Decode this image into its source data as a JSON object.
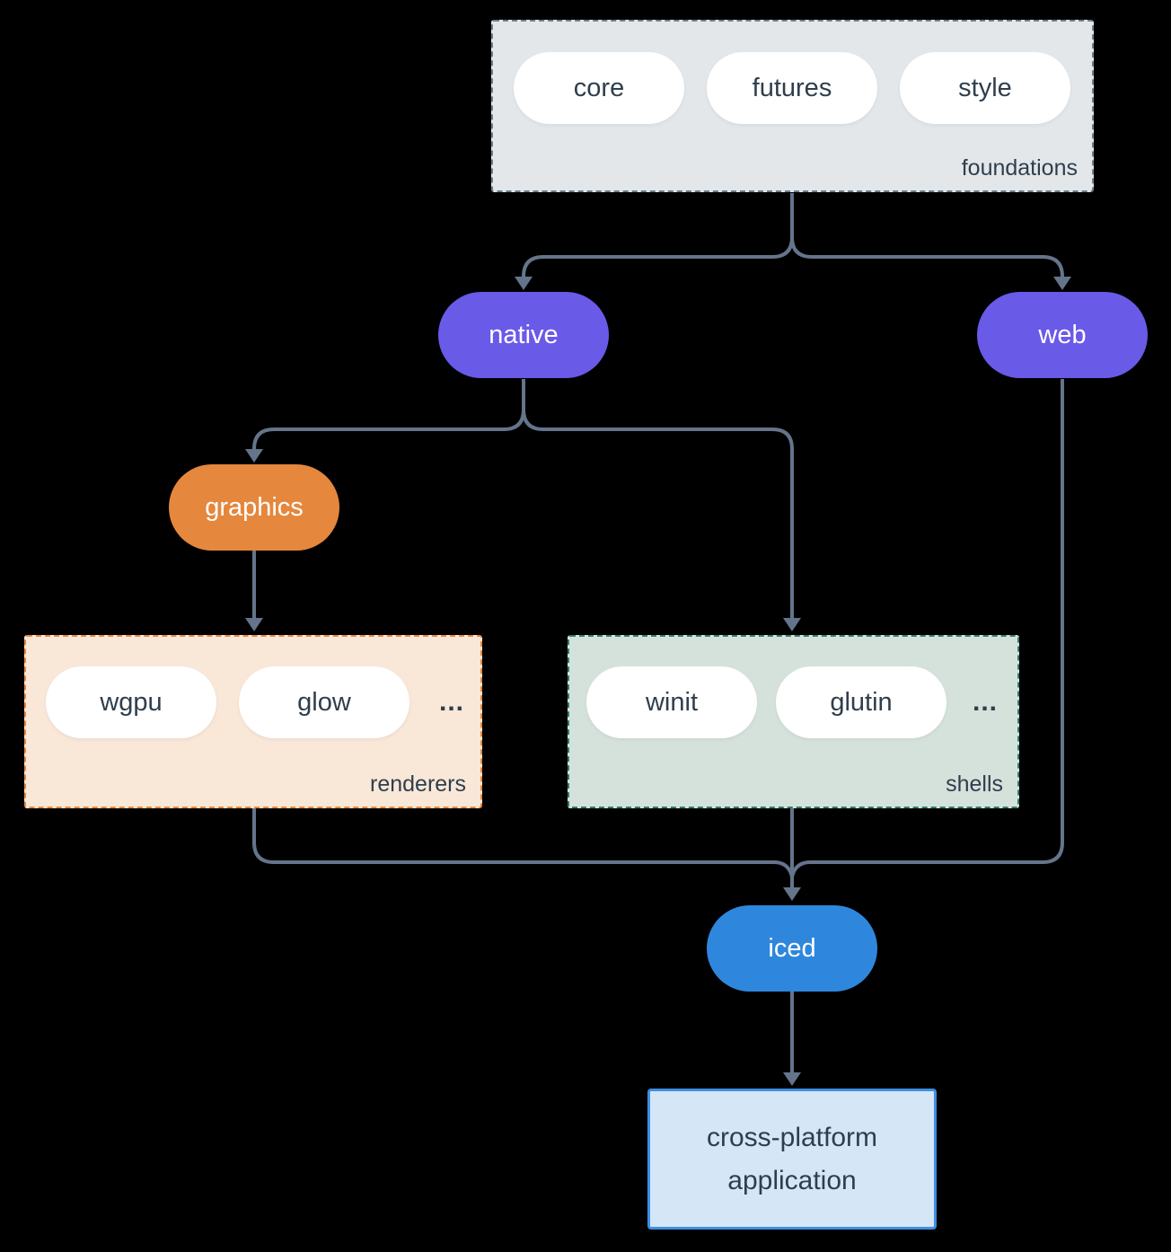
{
  "diagram": {
    "foundations": {
      "label": "foundations",
      "pills": [
        "core",
        "futures",
        "style"
      ]
    },
    "native": {
      "label": "native"
    },
    "web": {
      "label": "web"
    },
    "graphics": {
      "label": "graphics"
    },
    "renderers": {
      "label": "renderers",
      "pills": [
        "wgpu",
        "glow"
      ],
      "ellipsis": "..."
    },
    "shells": {
      "label": "shells",
      "pills": [
        "winit",
        "glutin"
      ],
      "ellipsis": "..."
    },
    "iced": {
      "label": "iced"
    },
    "application": {
      "line1": "cross-platform",
      "line2": "application"
    }
  },
  "colors": {
    "line_color": "#64748b",
    "purple": "#695ae8",
    "orange": "#e5873d",
    "blue": "#2e87dd",
    "foundations_bg": "#e3e7ea",
    "foundations_border": "#6e7e8b",
    "renderers_bg": "#f9e7d8",
    "renderers_border": "#e8873a",
    "shells_bg": "#d5e2db",
    "shells_border": "#2e7d6e",
    "app_bg": "#d5e6f7",
    "app_border": "#3f8ee0",
    "text_dark": "#2f3e4d"
  }
}
